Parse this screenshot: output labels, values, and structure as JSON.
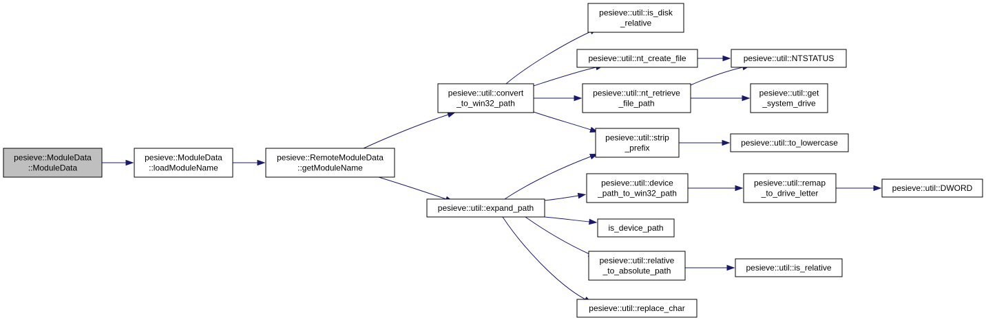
{
  "nodes": [
    {
      "id": "md_ctor",
      "lines": [
        "pesieve::ModuleData",
        "::ModuleData"
      ],
      "current": true
    },
    {
      "id": "md_load",
      "lines": [
        "pesieve::ModuleData",
        "::loadModuleName"
      ]
    },
    {
      "id": "rmd_get",
      "lines": [
        "pesieve::RemoteModuleData",
        "::getModuleName"
      ]
    },
    {
      "id": "convert",
      "lines": [
        "pesieve::util::convert",
        "_to_win32_path"
      ]
    },
    {
      "id": "expand",
      "lines": [
        "pesieve::util::expand_path"
      ]
    },
    {
      "id": "is_disk_rel",
      "lines": [
        "pesieve::util::is_disk",
        "_relative"
      ]
    },
    {
      "id": "nt_create",
      "lines": [
        "pesieve::util::nt_create_file"
      ]
    },
    {
      "id": "nt_retrieve",
      "lines": [
        "pesieve::util::nt_retrieve",
        "_file_path"
      ]
    },
    {
      "id": "strip",
      "lines": [
        "pesieve::util::strip",
        "_prefix"
      ]
    },
    {
      "id": "device_path",
      "lines": [
        "pesieve::util::device",
        "_path_to_win32_path"
      ]
    },
    {
      "id": "is_device",
      "lines": [
        "is_device_path"
      ]
    },
    {
      "id": "rel_abs",
      "lines": [
        "pesieve::util::relative",
        "_to_absolute_path"
      ]
    },
    {
      "id": "replace_char",
      "lines": [
        "pesieve::util::replace_char"
      ]
    },
    {
      "id": "ntstatus",
      "lines": [
        "pesieve::util::NTSTATUS"
      ]
    },
    {
      "id": "sys_drive",
      "lines": [
        "pesieve::util::get",
        "_system_drive"
      ]
    },
    {
      "id": "lower",
      "lines": [
        "pesieve::util::to_lowercase"
      ]
    },
    {
      "id": "remap",
      "lines": [
        "pesieve::util::remap",
        "_to_drive_letter"
      ]
    },
    {
      "id": "dword",
      "lines": [
        "pesieve::util::DWORD"
      ]
    },
    {
      "id": "is_rel",
      "lines": [
        "pesieve::util::is_relative"
      ]
    }
  ],
  "edges": [
    [
      "md_ctor",
      "md_load"
    ],
    [
      "md_load",
      "rmd_get"
    ],
    [
      "rmd_get",
      "convert"
    ],
    [
      "rmd_get",
      "expand"
    ],
    [
      "convert",
      "is_disk_rel"
    ],
    [
      "convert",
      "nt_create"
    ],
    [
      "convert",
      "nt_retrieve"
    ],
    [
      "convert",
      "strip"
    ],
    [
      "nt_create",
      "ntstatus"
    ],
    [
      "nt_retrieve",
      "ntstatus"
    ],
    [
      "nt_retrieve",
      "sys_drive"
    ],
    [
      "strip",
      "lower"
    ],
    [
      "expand",
      "strip"
    ],
    [
      "expand",
      "device_path"
    ],
    [
      "expand",
      "is_device"
    ],
    [
      "expand",
      "rel_abs"
    ],
    [
      "expand",
      "replace_char"
    ],
    [
      "device_path",
      "remap"
    ],
    [
      "remap",
      "dword"
    ],
    [
      "rel_abs",
      "is_rel"
    ]
  ],
  "colors": {
    "edge": "#191970",
    "current_node_fill": "#bfbfbf",
    "node_fill": "#ffffff",
    "node_border": "#000000"
  }
}
